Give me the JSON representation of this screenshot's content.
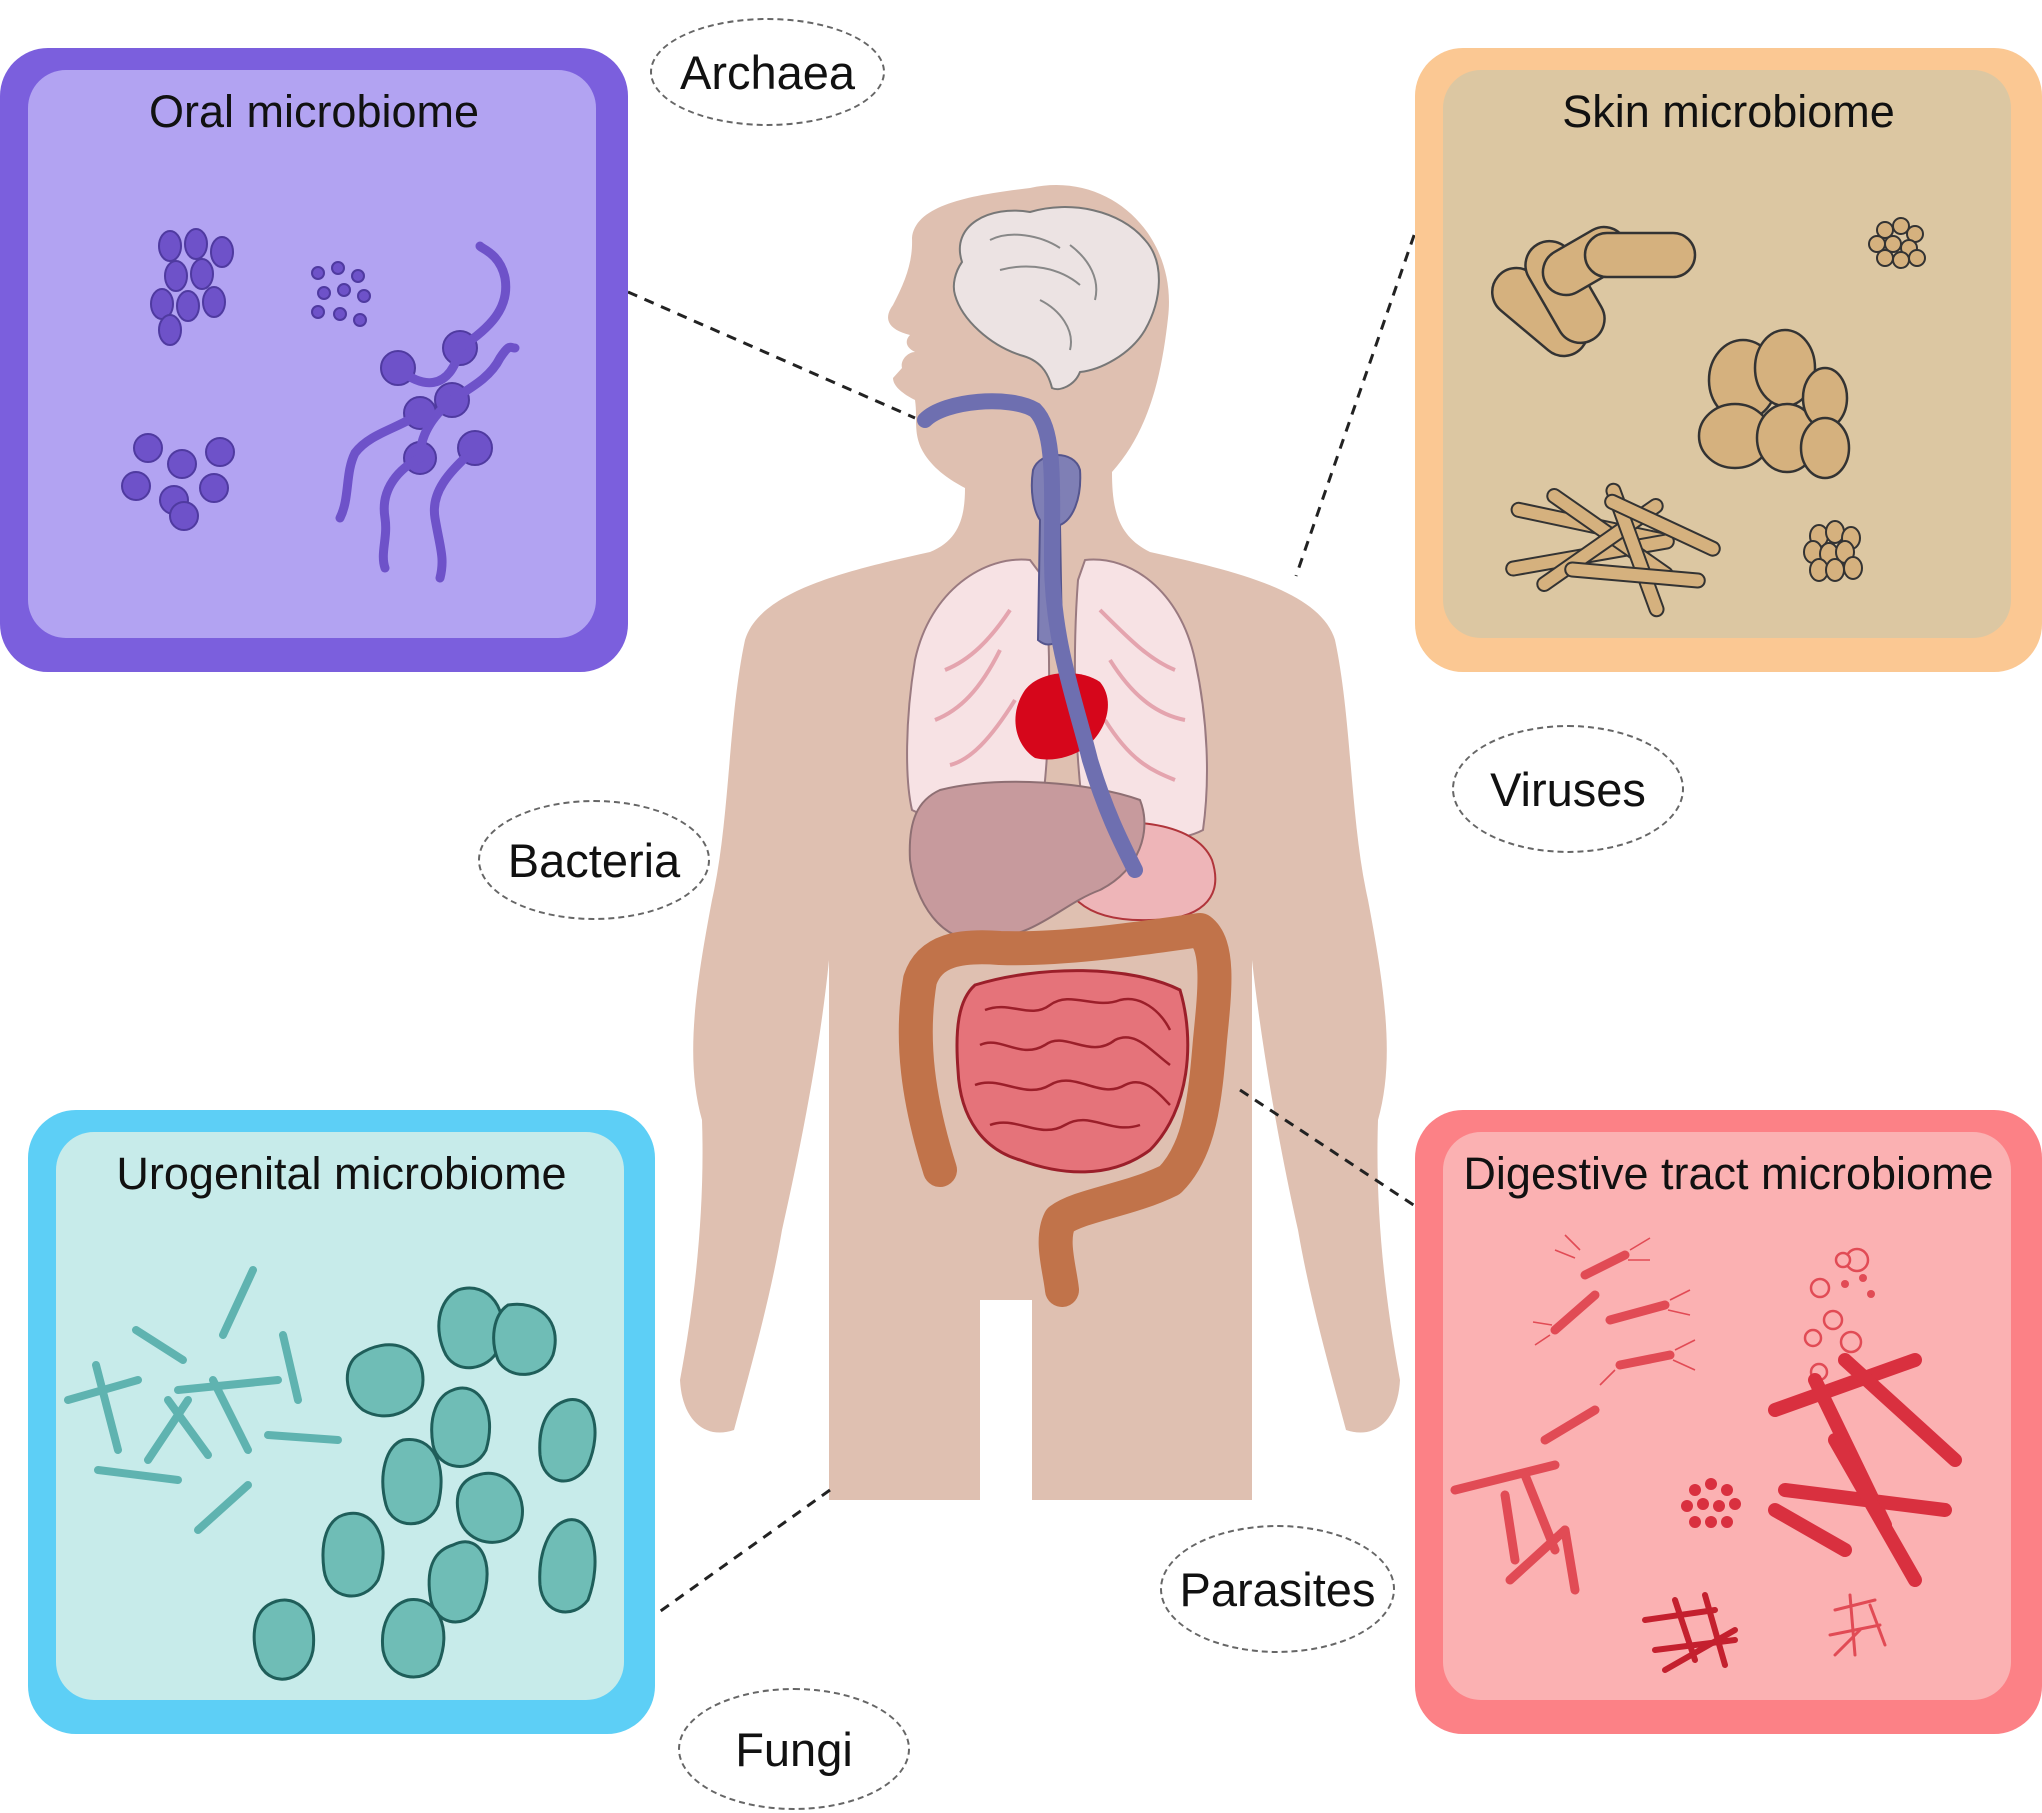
{
  "panels": {
    "oral": {
      "title": "Oral microbiome",
      "color": "#7b5fdd",
      "fill": "#b2a3f2"
    },
    "skin": {
      "title": "Skin microbiome",
      "color": "#fbc893",
      "fill": "#dcc7a2"
    },
    "urogenital": {
      "title": "Urogenital microbiome",
      "color": "#5dcff6",
      "fill": "#c7ebea"
    },
    "digestive": {
      "title": "Digestive tract microbiome",
      "color": "#fc8186",
      "fill": "#fbb1b2"
    }
  },
  "labels": {
    "archaea": "Archaea",
    "bacteria": "Bacteria",
    "viruses": "Viruses",
    "parasites": "Parasites",
    "fungi": "Fungi"
  }
}
